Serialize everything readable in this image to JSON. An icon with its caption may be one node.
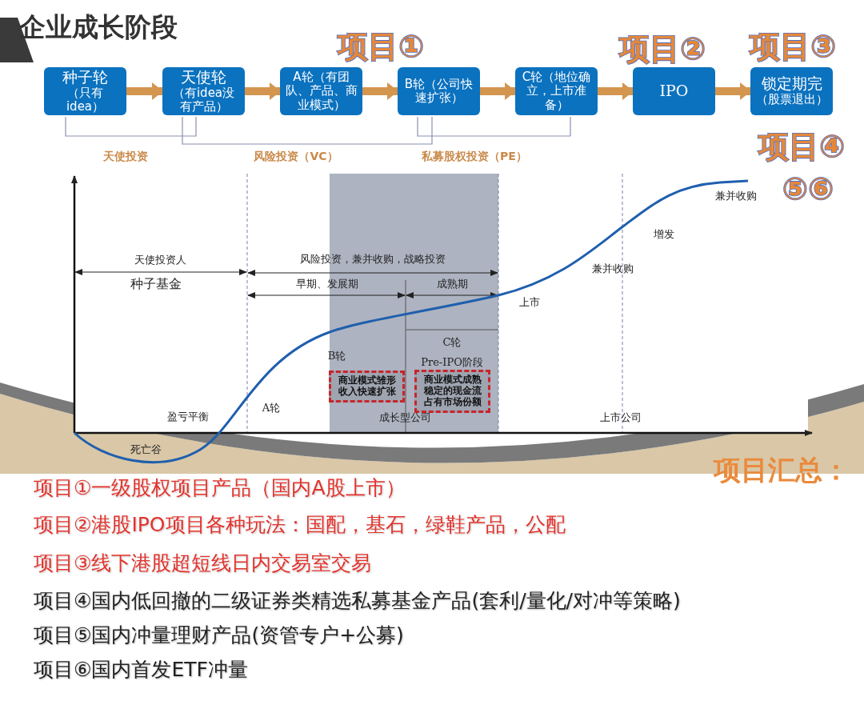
{
  "diagram": {
    "title": "企业成长阶段",
    "nodes": [
      {
        "text": [
          "种子轮",
          "（只有idea）"
        ]
      },
      {
        "text": [
          "天使轮",
          "（有idea没有产品）"
        ]
      },
      {
        "text": [
          "A轮（有团队、产品、商业模式）"
        ]
      },
      {
        "text": [
          "B轮（公司快速扩张）"
        ]
      },
      {
        "text": [
          "C轮（地位确立，上市准备）"
        ]
      },
      {
        "text": [
          "IPO"
        ]
      },
      {
        "text": [
          "锁定期完",
          "（股票退出）"
        ]
      },
      {
        "text": [
          "商业模式雏形收入快速扩张"
        ]
      },
      {
        "text": [
          "商业模式成熟稳定的现金流占有市场份额"
        ]
      }
    ],
    "edges": [
      {
        "from": 0,
        "to": 1,
        "arrow": "to"
      },
      {
        "from": 1,
        "to": 2,
        "arrow": "to"
      },
      {
        "from": 2,
        "to": 3,
        "arrow": "to"
      },
      {
        "from": 3,
        "to": 4,
        "arrow": "to"
      },
      {
        "from": 4,
        "to": 5,
        "arrow": "to"
      },
      {
        "from": 5,
        "to": 6,
        "arrow": "to"
      }
    ],
    "labels": [
      "项目①",
      "项目②",
      "项目③",
      "项目④",
      "⑤⑥",
      "天使投资",
      "风险投资（VC）",
      "私募股权投资（PE）",
      "兼并收购",
      "增发",
      "天使投资人",
      "风险投资，兼并收购，战略投资",
      "兼并收购",
      "种子基金",
      "早期、发展期",
      "成熟期",
      "上市",
      "C轮",
      "B轮",
      "Pre-IPO阶段",
      "A轮",
      "盈亏平衡",
      "成长型公司",
      "上市公司",
      "死亡谷",
      "项目汇总：",
      "项目①一级股权项目产品（国内A股上市）",
      "项目②港股IPO项目各种玩法：国配，基石，绿鞋产品，公配",
      "项目③线下港股超短线日内交易室交易",
      "项目④国内低回撤的二级证券类精选私募基金产品(套利/量化/对冲等策略)",
      "项目⑤国内冲量理财产品(资管专户+公募)",
      "项目⑥国内首发ETF冲量"
    ]
  }
}
